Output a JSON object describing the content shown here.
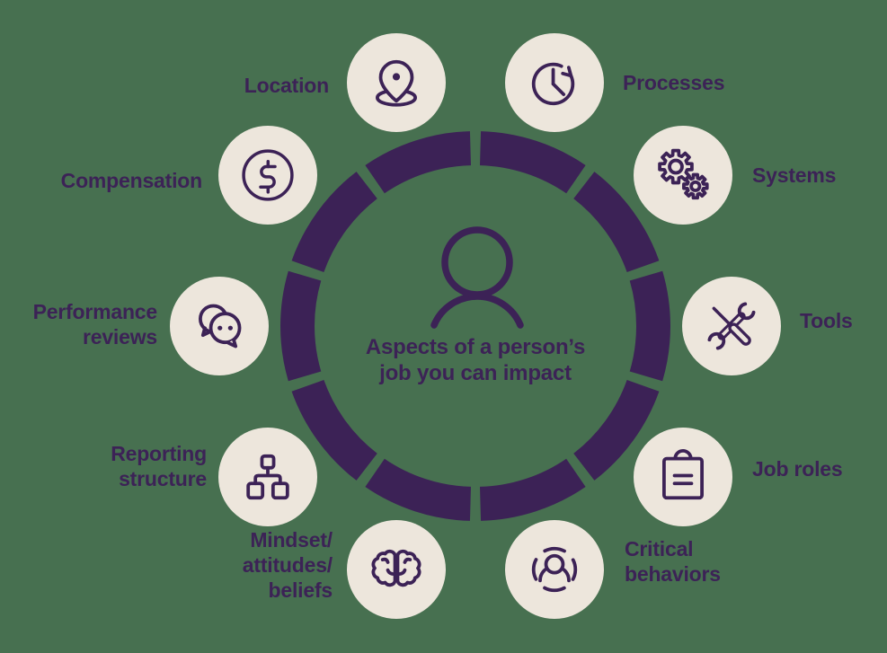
{
  "colors": {
    "background": "#477050",
    "primary": "#3C2256",
    "node_circle": "#EDE6DC"
  },
  "center": {
    "icon": "person-icon",
    "title": "Aspects of a person’s\njob you can impact"
  },
  "ring": {
    "segments": 10
  },
  "nodes": [
    {
      "label": "Location",
      "icon": "location-pin-icon"
    },
    {
      "label": "Processes",
      "icon": "clock-history-icon"
    },
    {
      "label": "Systems",
      "icon": "gears-icon"
    },
    {
      "label": "Tools",
      "icon": "wrench-screwdriver-icon"
    },
    {
      "label": "Job roles",
      "icon": "clipboard-icon"
    },
    {
      "label": "Critical\nbehaviors",
      "icon": "person-focus-icon"
    },
    {
      "label": "Mindset/\nattitudes/\nbeliefs",
      "icon": "brain-icon"
    },
    {
      "label": "Reporting\nstructure",
      "icon": "org-chart-icon"
    },
    {
      "label": "Performance\nreviews",
      "icon": "chat-bubbles-icon"
    },
    {
      "label": "Compensation",
      "icon": "dollar-coin-icon"
    }
  ]
}
